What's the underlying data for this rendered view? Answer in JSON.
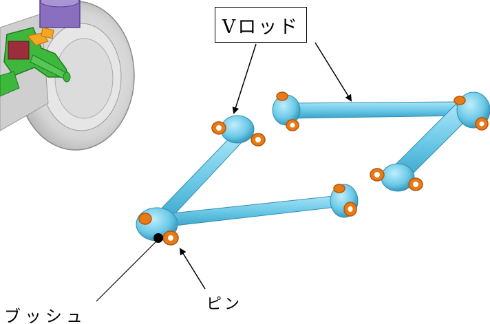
{
  "labels": {
    "v_rod": "Vロッド",
    "pin": "ピン",
    "bushing": "ブッシュ"
  },
  "colors": {
    "rod": "#6cc9e8",
    "rod_dark": "#3aa3c8",
    "pin": "#e87a17",
    "pin_dark": "#b55508",
    "housing_purple": "#8a6fc0",
    "hub_green": "#3db83d",
    "part_red": "#9c2d3a",
    "wheel_gray": "#c8c8c8"
  }
}
